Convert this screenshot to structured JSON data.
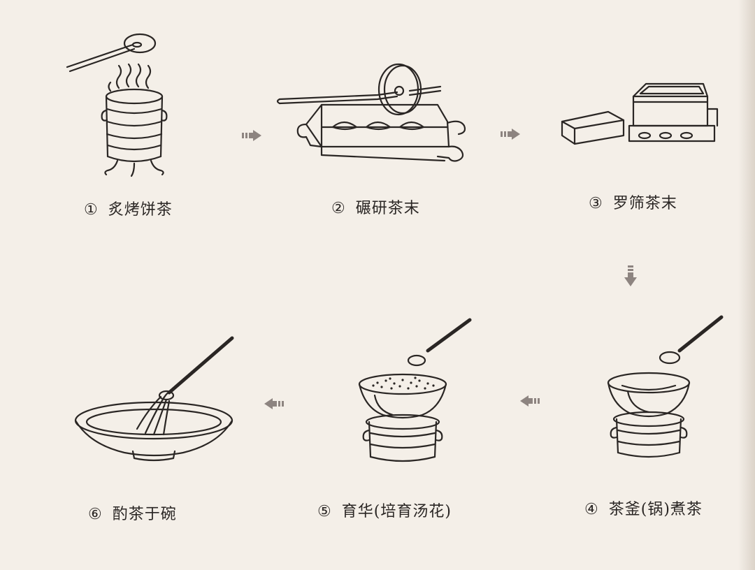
{
  "steps": [
    {
      "number": "①",
      "label": "炙烤饼茶",
      "icon": "roasting-tea-cake-icon"
    },
    {
      "number": "②",
      "label": "碾研茶末",
      "icon": "tea-grinder-icon"
    },
    {
      "number": "③",
      "label": "罗筛茶末",
      "icon": "tea-sieve-box-icon"
    },
    {
      "number": "④",
      "label": "茶釜(锅)煮茶",
      "icon": "tea-cauldron-icon"
    },
    {
      "number": "⑤",
      "label": "育华(培育汤花)",
      "icon": "brewing-froth-icon"
    },
    {
      "number": "⑥",
      "label": "酌茶于碗",
      "icon": "tea-bowl-whisk-icon"
    }
  ],
  "colors": {
    "ink": "#2a2624",
    "arrow": "#8d8480",
    "paper": "#f4efe8"
  }
}
